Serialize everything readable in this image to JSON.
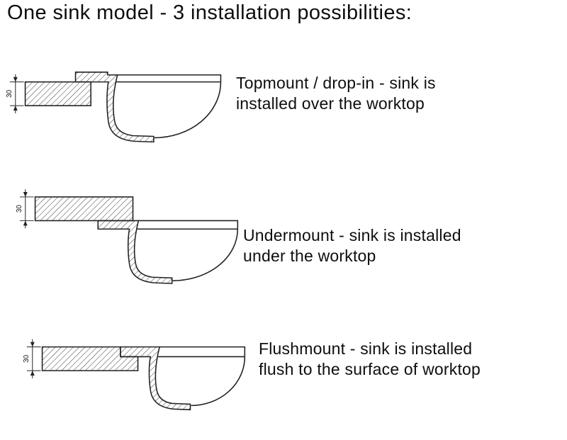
{
  "title": "One sink model - 3 installation possibilities:",
  "dimension_label": "30",
  "installations": [
    {
      "id": "topmount",
      "line1": "Topmount / drop-in - sink is",
      "line2": "installed over the worktop"
    },
    {
      "id": "undermount",
      "line1": "Undermount - sink is installed",
      "line2": "under the worktop"
    },
    {
      "id": "flushmount",
      "line1": "Flushmount - sink is installed",
      "line2": "flush to the surface of worktop"
    }
  ],
  "colors": {
    "line": "#222222",
    "hatch": "#3a3a3a",
    "text": "#0e0e0e"
  }
}
